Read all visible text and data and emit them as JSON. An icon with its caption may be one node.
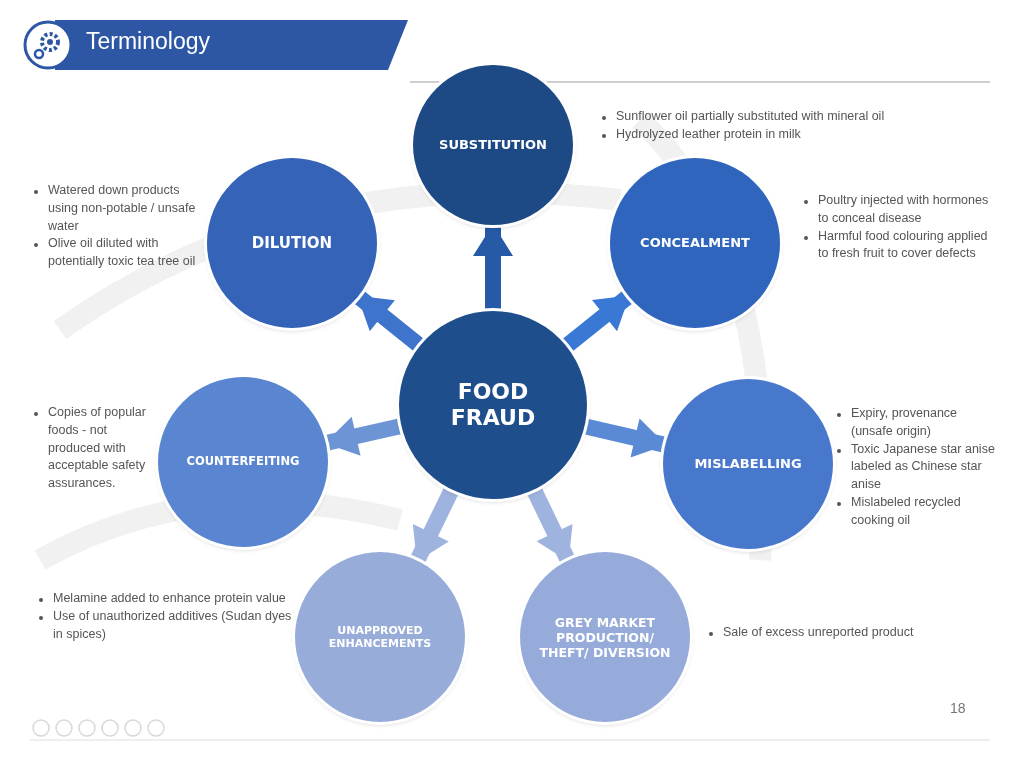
{
  "diagram": {
    "title": "Terminology",
    "nodes": [
      {
        "text": [
          "FOOD FRAUD"
        ]
      },
      {
        "text": [
          "SUBSTITUTION"
        ],
        "beside": [
          "Sunflower oil partially substituted with mineral oil",
          "Hydrolyzed leather protein in milk"
        ]
      },
      {
        "text": [
          "CONCEALMENT"
        ],
        "beside": [
          "Poultry injected with hormones to conceal disease",
          "Harmful food colouring applied to fresh fruit to cover defects"
        ]
      },
      {
        "text": [
          "MISLABELLING"
        ],
        "beside": [
          "Expiry, provenance (unsafe origin)",
          "Toxic Japanese star anise labeled as Chinese star anise",
          "Mislabeled recycled cooking oil"
        ]
      },
      {
        "text": [
          "GREY MARKET PRODUCTION/ THEFT/ DIVERSION"
        ],
        "beside": [
          "Sale of excess unreported product"
        ]
      },
      {
        "text": [
          "UNAPPROVED ENHANCEMENTS"
        ],
        "beside": [
          "Melamine added to enhance protein value",
          "Use of unauthorized additives (Sudan dyes in spices)"
        ]
      },
      {
        "text": [
          "COUNTERFEITING"
        ],
        "beside": [
          "Copies of popular foods - not produced with acceptable safety assurances."
        ]
      },
      {
        "text": [
          "DILUTION"
        ],
        "beside": [
          "Watered down products using non-potable / unsafe water",
          "Olive oil diluted with potentially toxic tea tree oil"
        ]
      }
    ],
    "edges": [
      {
        "from": 0,
        "to": 1,
        "arrow": "to",
        "color": "#2659a6"
      },
      {
        "from": 0,
        "to": 2,
        "arrow": "to",
        "color": "#3a78d6"
      },
      {
        "from": 0,
        "to": 3,
        "arrow": "to",
        "color": "#5a8ad6"
      },
      {
        "from": 0,
        "to": 4,
        "arrow": "to",
        "color": "#9fb3df"
      },
      {
        "from": 0,
        "to": 5,
        "arrow": "to",
        "color": "#9fb3df"
      },
      {
        "from": 0,
        "to": 6,
        "arrow": "to",
        "color": "#6d95d6"
      },
      {
        "from": 0,
        "to": 7,
        "arrow": "to",
        "color": "#3f74cc"
      }
    ],
    "labels": [
      "18"
    ]
  }
}
